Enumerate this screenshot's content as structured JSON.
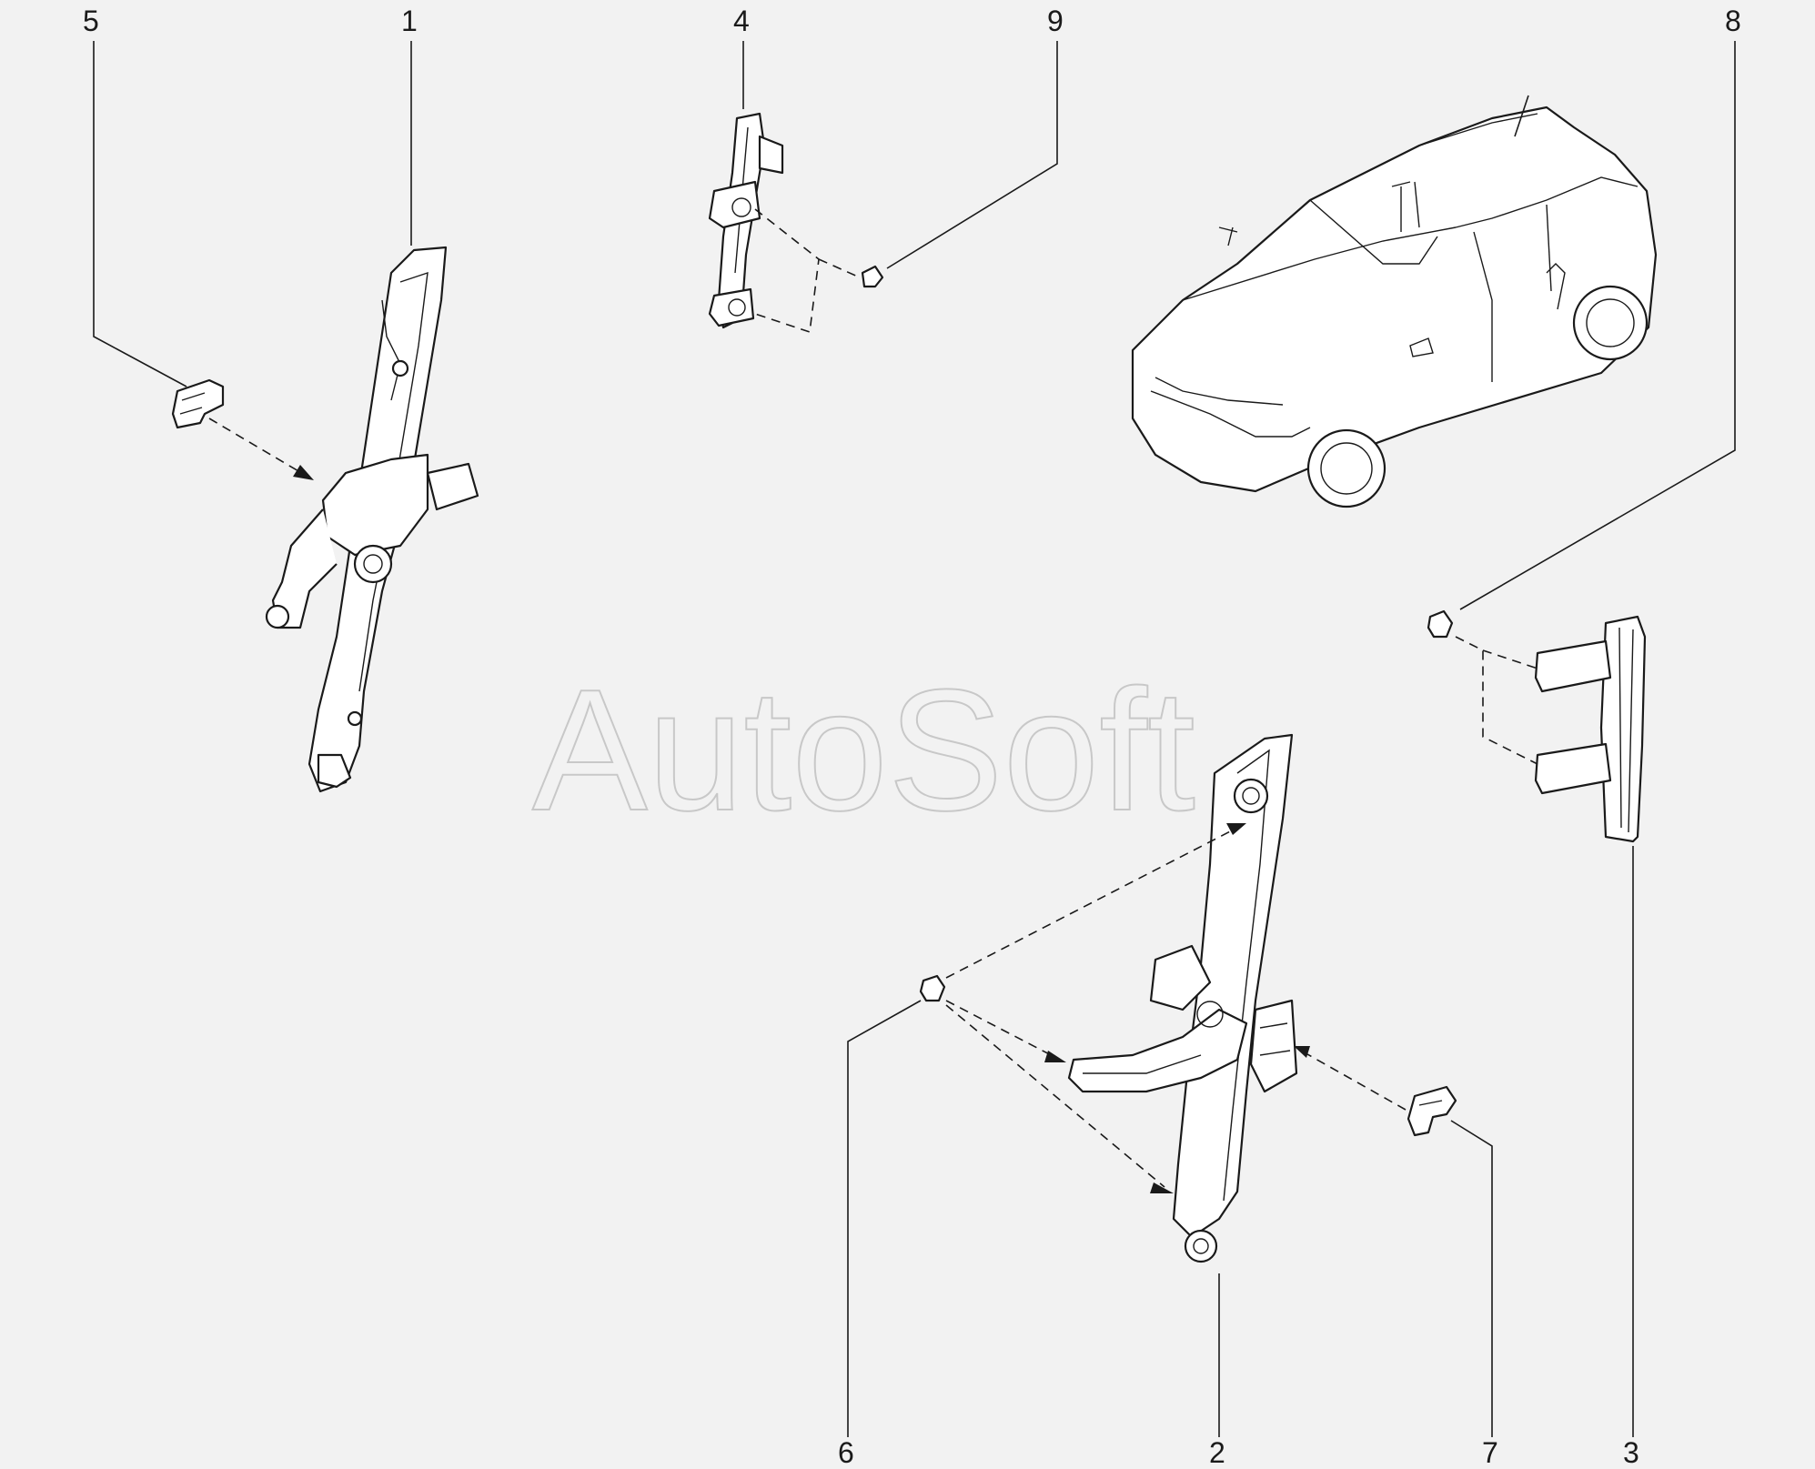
{
  "watermark": "AutoSoft",
  "callouts": {
    "c1": "1",
    "c2": "2",
    "c3": "3",
    "c4": "4",
    "c5": "5",
    "c6": "6",
    "c7": "7",
    "c8": "8",
    "c9": "9"
  },
  "colors": {
    "background": "#f2f2f2",
    "line": "#1a1a1a",
    "watermark": "#c8c8c8"
  }
}
